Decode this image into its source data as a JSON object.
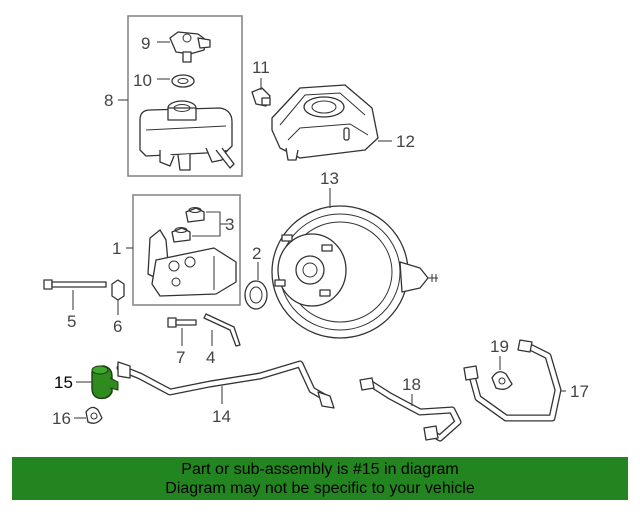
{
  "callouts": {
    "c1": "1",
    "c2": "2",
    "c3": "3",
    "c4": "4",
    "c5": "5",
    "c6": "6",
    "c7": "7",
    "c8": "8",
    "c9": "9",
    "c10": "10",
    "c11": "11",
    "c12": "12",
    "c13": "13",
    "c14": "14",
    "c15": "15",
    "c16": "16",
    "c17": "17",
    "c18": "18",
    "c19": "19"
  },
  "highlight_part": "15",
  "highlight_color": "#2e8b1e",
  "banner": {
    "line1": "Part or sub-assembly is #15 in diagram",
    "line2": "Diagram may not be specific to your vehicle",
    "color": "#23851f"
  }
}
